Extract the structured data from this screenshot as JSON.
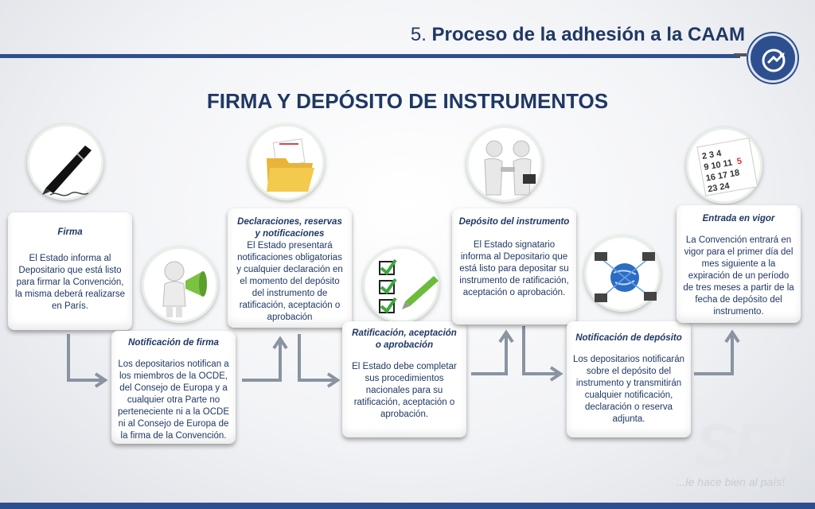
{
  "header": {
    "number": "5.",
    "title": "Proceso de la adhesión a la CAAM"
  },
  "main_title": "FIRMA Y DEPÓSITO DE INSTRUMENTOS",
  "steps": [
    {
      "title": "Firma",
      "text": "El Estado informa al Depositario que está listo para firmar la Convención, la misma deberá realizarse en París."
    },
    {
      "title": "Notificación de firma",
      "text": "Los depositarios notifican a los miembros de la OCDE, del Consejo de Europa y a cualquier otra Parte no perteneciente ni a la OCDE ni al Consejo de Europa de la firma de la Convención."
    },
    {
      "title": "Declaraciones, reservas y notificaciones",
      "text": "El Estado presentará notificaciones obligatorias y cualquier declaración en el momento del depósito del instrumento de ratificación, aceptación o aprobación"
    },
    {
      "title": "Ratificación, aceptación o aprobación",
      "text": "El Estado debe completar sus procedimientos nacionales para su ratificación, aceptación o aprobación."
    },
    {
      "title": "Depósito del instrumento",
      "text": "El Estado signatario informa al Depositario que está listo para depositar su instrumento de ratificación, aceptación o aprobación."
    },
    {
      "title": "Notificación de depósito",
      "text": "Los depositarios notificarán sobre el depósito del instrumento y transmitirán cualquier notificación, declaración o reserva adjunta."
    },
    {
      "title": "Entrada en vigor",
      "text": "La Convención entrará en vigor para el primer día del mes siguiente a la expiración de un período de tres meses a partir de la fecha de depósito del instrumento."
    }
  ],
  "watermark": {
    "logo": "SRI",
    "slogan": "...le hace bien al país!"
  },
  "colors": {
    "primary": "#1f3864",
    "accent": "#2e4f8f",
    "arrow": "#7d8796"
  },
  "icons": [
    "pen-icon",
    "megaphone-person-icon",
    "folder-icon",
    "checklist-icon",
    "handshake-icon",
    "globe-network-icon",
    "calendar-icon",
    "logo-icon"
  ]
}
